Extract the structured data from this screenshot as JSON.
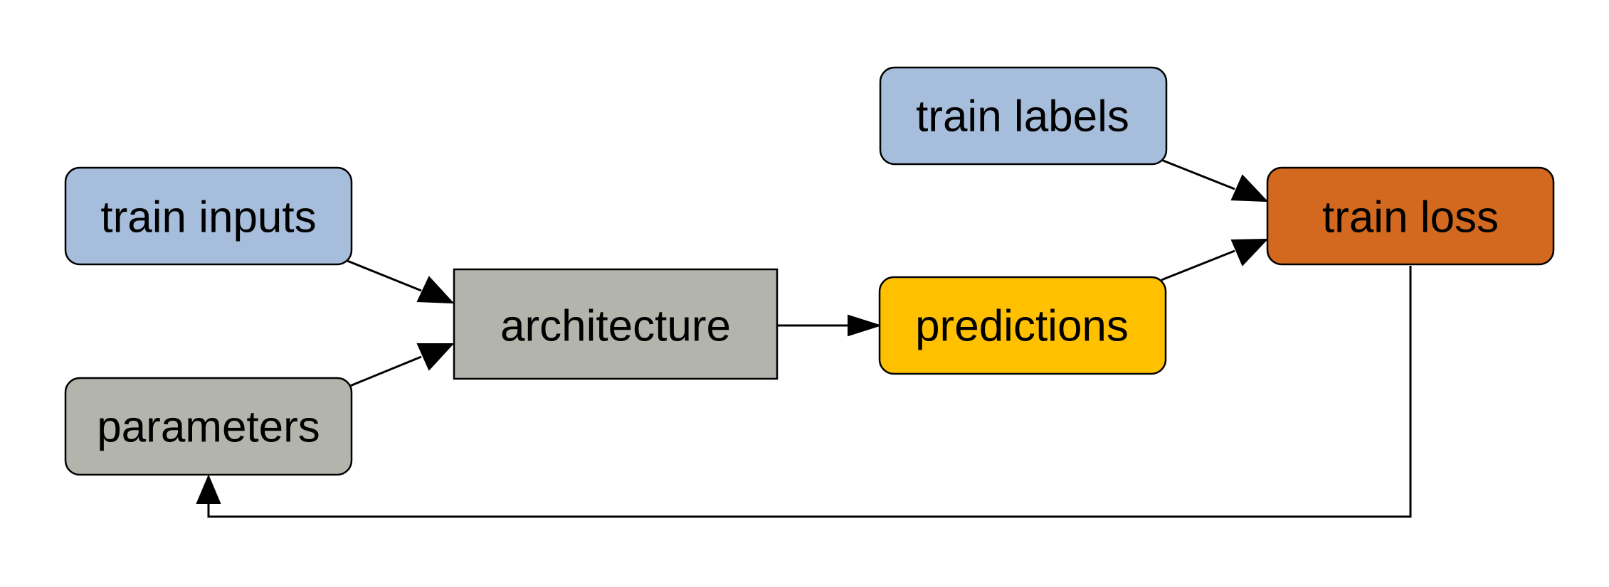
{
  "nodes": {
    "train_inputs": {
      "label": "train inputs",
      "fill": "#a6bddb",
      "shape": "rounded"
    },
    "parameters": {
      "label": "parameters",
      "fill": "#b3b5ad",
      "shape": "rounded"
    },
    "architecture": {
      "label": "architecture",
      "fill": "#b3b5ad",
      "shape": "rectangle"
    },
    "predictions": {
      "label": "predictions",
      "fill": "#ffc000",
      "shape": "rounded"
    },
    "train_labels": {
      "label": "train labels",
      "fill": "#a6bddb",
      "shape": "rounded"
    },
    "train_loss": {
      "label": "train loss",
      "fill": "#d2691e",
      "shape": "rounded"
    }
  },
  "edges": [
    {
      "from": "train_inputs",
      "to": "architecture"
    },
    {
      "from": "parameters",
      "to": "architecture"
    },
    {
      "from": "architecture",
      "to": "predictions"
    },
    {
      "from": "train_labels",
      "to": "train_loss"
    },
    {
      "from": "predictions",
      "to": "train_loss"
    },
    {
      "from": "train_loss",
      "to": "parameters"
    }
  ]
}
